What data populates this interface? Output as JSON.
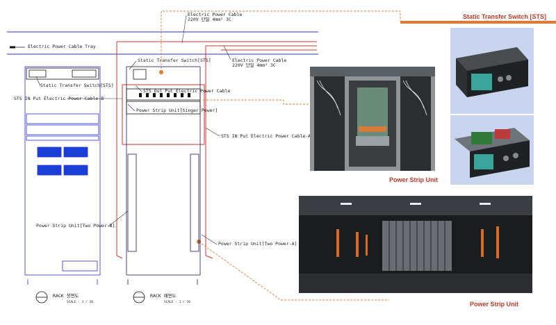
{
  "labels": {
    "cable_tray": "Electric Power Cable Tray",
    "cable_top": "Electric Power Cable",
    "cable_top_spec": "220V 단일 4mm² 3C",
    "cable_mid": "Electric Power Cable",
    "cable_mid_spec": "220V 단일 4mm² 3C",
    "sts_main": "Static Transfer Switch[STS]",
    "sts_left": "Static Transfer Switch[STS]",
    "sts_out": "STS Out Put Electric Power Cable",
    "sts_in_b": "STS IN Put Electric Power Cable-B",
    "psu_single": "Power Strip Unit[Singer Power]",
    "sts_in_a": "STS IN Put Electric Power Cable-A",
    "psu_b": "Power Strip Unit[Two Power-B]",
    "psu_a": "Power Strip Unit[Two Power-A]",
    "rack_front": "RACK 정면도",
    "rack_side": "RACK 배면도",
    "scale_1": "SCALE : 1 / 10",
    "scale_2": "SCALE : 1 / 10"
  },
  "captions": {
    "sts": "Static Transfer Switch [STS]",
    "psu_photo_1": "Power Strip Unit",
    "psu_photo_2": "Power Strip Unit"
  },
  "colors": {
    "accent_red": "#c0392b",
    "tray_blue": "#2b2bd6",
    "photo_bg_blue": "#c9d4ef",
    "caption_bar_orange": "#e07a2f",
    "dash_orange": "#e07a2f"
  }
}
